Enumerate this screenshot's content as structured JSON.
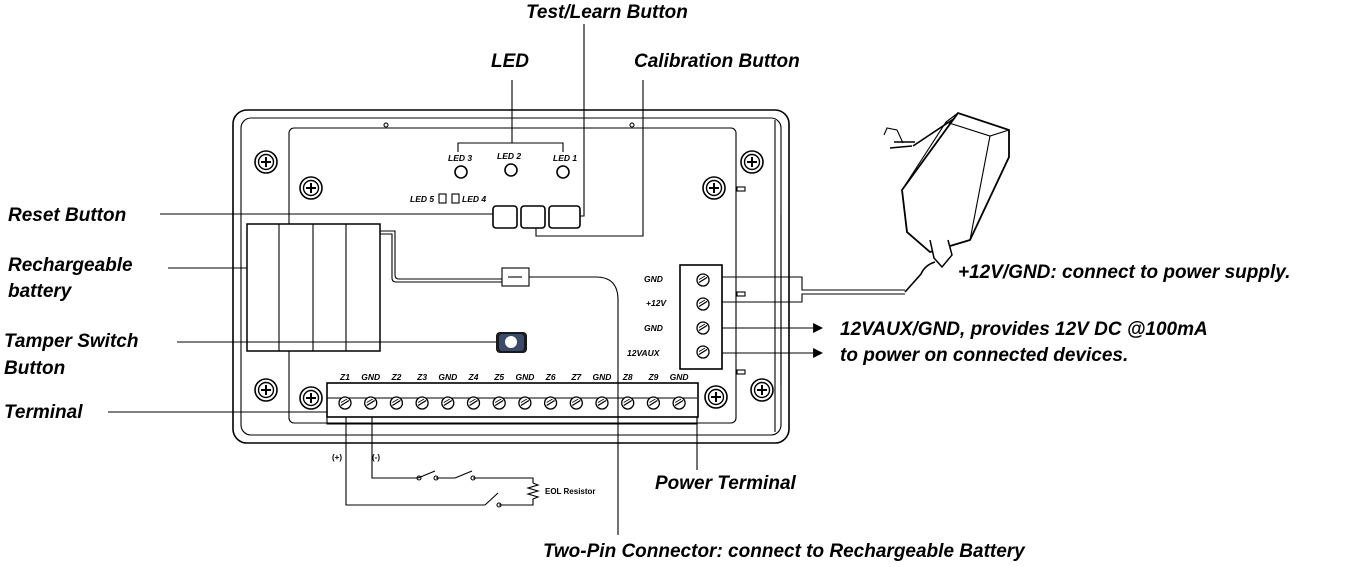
{
  "callouts": {
    "test_learn": "Test/Learn Button",
    "led": "LED",
    "calibration": "Calibration Button",
    "reset": "Reset Button",
    "battery_line1": "Rechargeable",
    "battery_line2": "battery",
    "tamper_line1": "Tamper Switch",
    "tamper_line2": "Button",
    "terminal": "Terminal",
    "power_supply": "+12V/GND: connect to power supply.",
    "aux_line1": "12VAUX/GND, provides 12V DC @100mA",
    "aux_line2": "to power on connected devices.",
    "power_terminal": "Power Terminal",
    "two_pin": "Two-Pin Connector: connect to Rechargeable Battery"
  },
  "leds": {
    "led3": "LED 3",
    "led2": "LED 2",
    "led1": "LED 1",
    "led5": "LED 5",
    "led4": "LED 4"
  },
  "power_pins": [
    "GND",
    "+12V",
    "GND",
    "12VAUX"
  ],
  "terminal_pins": [
    "Z1",
    "GND",
    "Z2",
    "Z3",
    "GND",
    "Z4",
    "Z5",
    "GND",
    "Z6",
    "Z7",
    "GND",
    "Z8",
    "Z9",
    "GND"
  ],
  "wiring": {
    "plus": "(+)",
    "minus": "(-)",
    "eol": "EOL Resistor"
  }
}
